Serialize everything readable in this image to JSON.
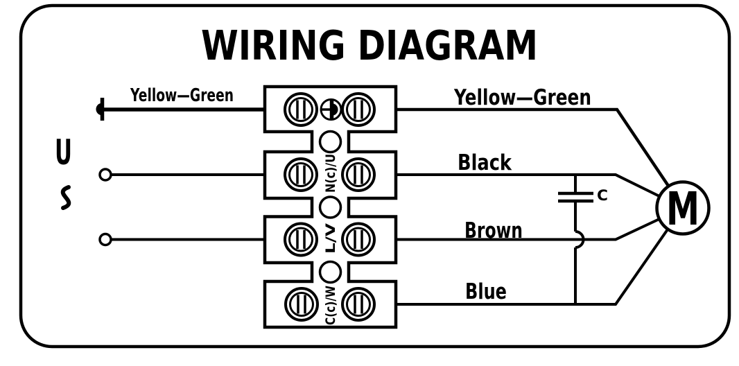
{
  "title": "WIRING DIAGRAM",
  "colors": {
    "ink": "#000000",
    "paper": "#ffffff"
  },
  "source": {
    "voltage": "U",
    "ac_symbol": "~"
  },
  "wires": {
    "ground_left": "Yellow—Green",
    "ground_right": "Yellow—Green",
    "black": "Black",
    "brown": "Brown",
    "blue": "Blue"
  },
  "terminal_block": {
    "labels": {
      "neutral": "N(c)/U",
      "live": "L/V",
      "capacitor": "C(c)/W"
    }
  },
  "capacitor": {
    "label": "C"
  },
  "motor": {
    "label": "M"
  }
}
